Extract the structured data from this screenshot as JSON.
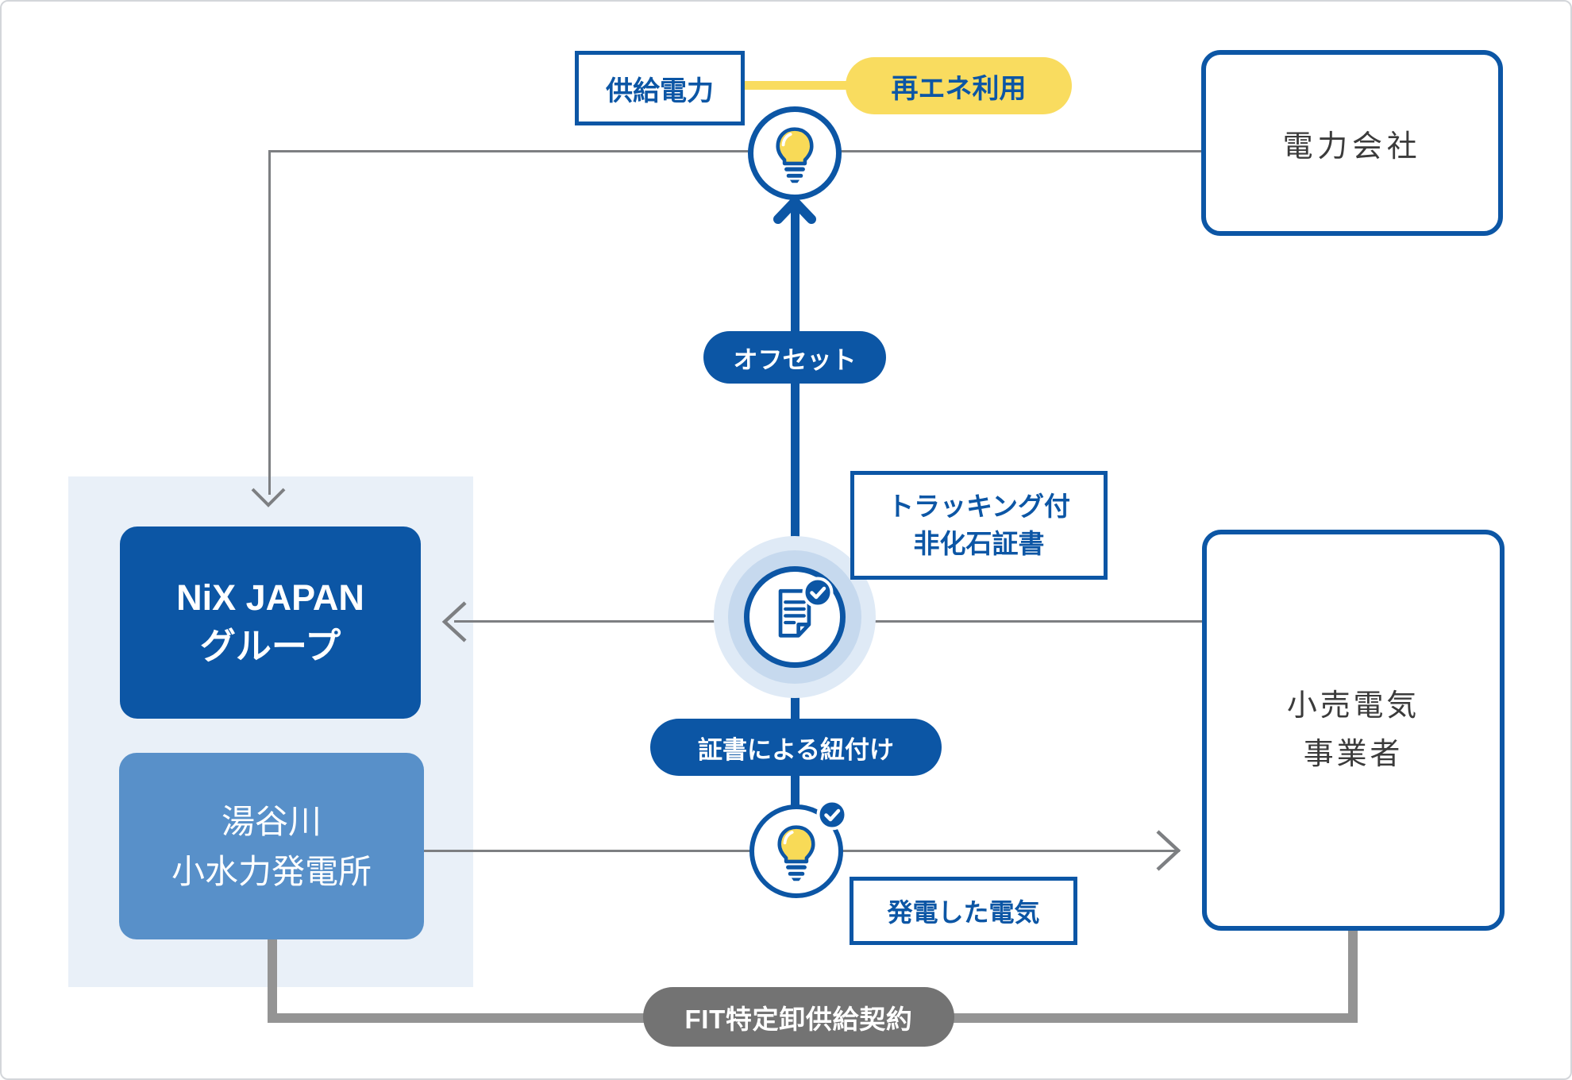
{
  "diagram": {
    "nodes": {
      "power_company": {
        "label": "電力会社"
      },
      "retailer": {
        "label": "小売電気\n事業者"
      },
      "nix_group": {
        "label": "NiX JAPAN\nグループ"
      },
      "hydro_plant": {
        "label": "湯谷川\n小水力発電所"
      }
    },
    "labels": {
      "supply_power": "供給電力",
      "renewable_use": "再エネ利用",
      "tracking_certificate": "トラッキング付\n非化石証書",
      "generated_electricity": "発電した電気"
    },
    "flows": {
      "offset": "オフセット",
      "certificate_link": "証書による紐付け",
      "fit_contract": "FIT特定卸供給契約"
    },
    "icons": {
      "top": "bulb-icon",
      "middle": "document-check-icon",
      "bottom": "bulb-check-icon"
    }
  },
  "colors": {
    "primary_blue": "#0c56a5",
    "medium_blue": "#5890c9",
    "panel_blue": "#e9f0f8",
    "halo_mid": "#c6d9ee",
    "halo_outer": "#dfeaf6",
    "accent_yellow": "#f9dc5f",
    "bulb_yellow": "#f8da57",
    "line_gray": "#7d7f82",
    "thick_gray": "#949494",
    "contract_gray": "#737373",
    "text_dark": "#3b3b3b",
    "frame_gray": "#d3d6da"
  }
}
